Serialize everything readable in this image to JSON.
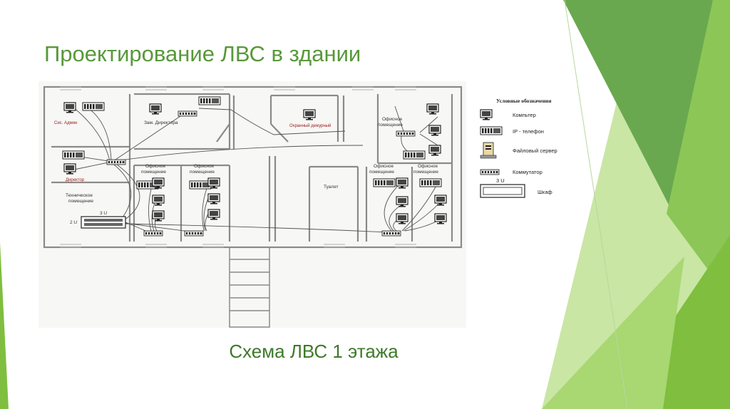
{
  "slide": {
    "title": "Проектирование ЛВС в здании",
    "caption": "Схема ЛВС 1 этажа",
    "colors": {
      "title": "#58983a",
      "caption": "#3d7a2a",
      "accent_light": "#a6d36a",
      "accent_dark": "#4f8f2e"
    }
  },
  "diagram": {
    "rooms": {
      "sysadmin": "Сис. Админ",
      "director": "Директор",
      "deputy": "Зам. Директора",
      "guard": "Охранный дежурный",
      "office": "Офисное помещение",
      "tech_line1": "Техническое",
      "tech_line2": "помещение",
      "toilet": "Туалет",
      "office_line1": "Офисное",
      "office_line2": "помещение"
    },
    "rack_labels": {
      "rack_2u": "2 U",
      "rack_3u": "3 U"
    },
    "legend": {
      "title": "Условные обозначения",
      "items": [
        {
          "icon": "computer-icon",
          "label": "Компьтер"
        },
        {
          "icon": "ip-phone-icon",
          "label": "IP - телефон"
        },
        {
          "icon": "file-server-icon",
          "label": "Файловый сервер"
        },
        {
          "icon": "switch-icon",
          "label": "Коммутатор"
        },
        {
          "icon": "rack-icon",
          "label": "Шкаф"
        }
      ],
      "rack_size": "3 U"
    }
  }
}
